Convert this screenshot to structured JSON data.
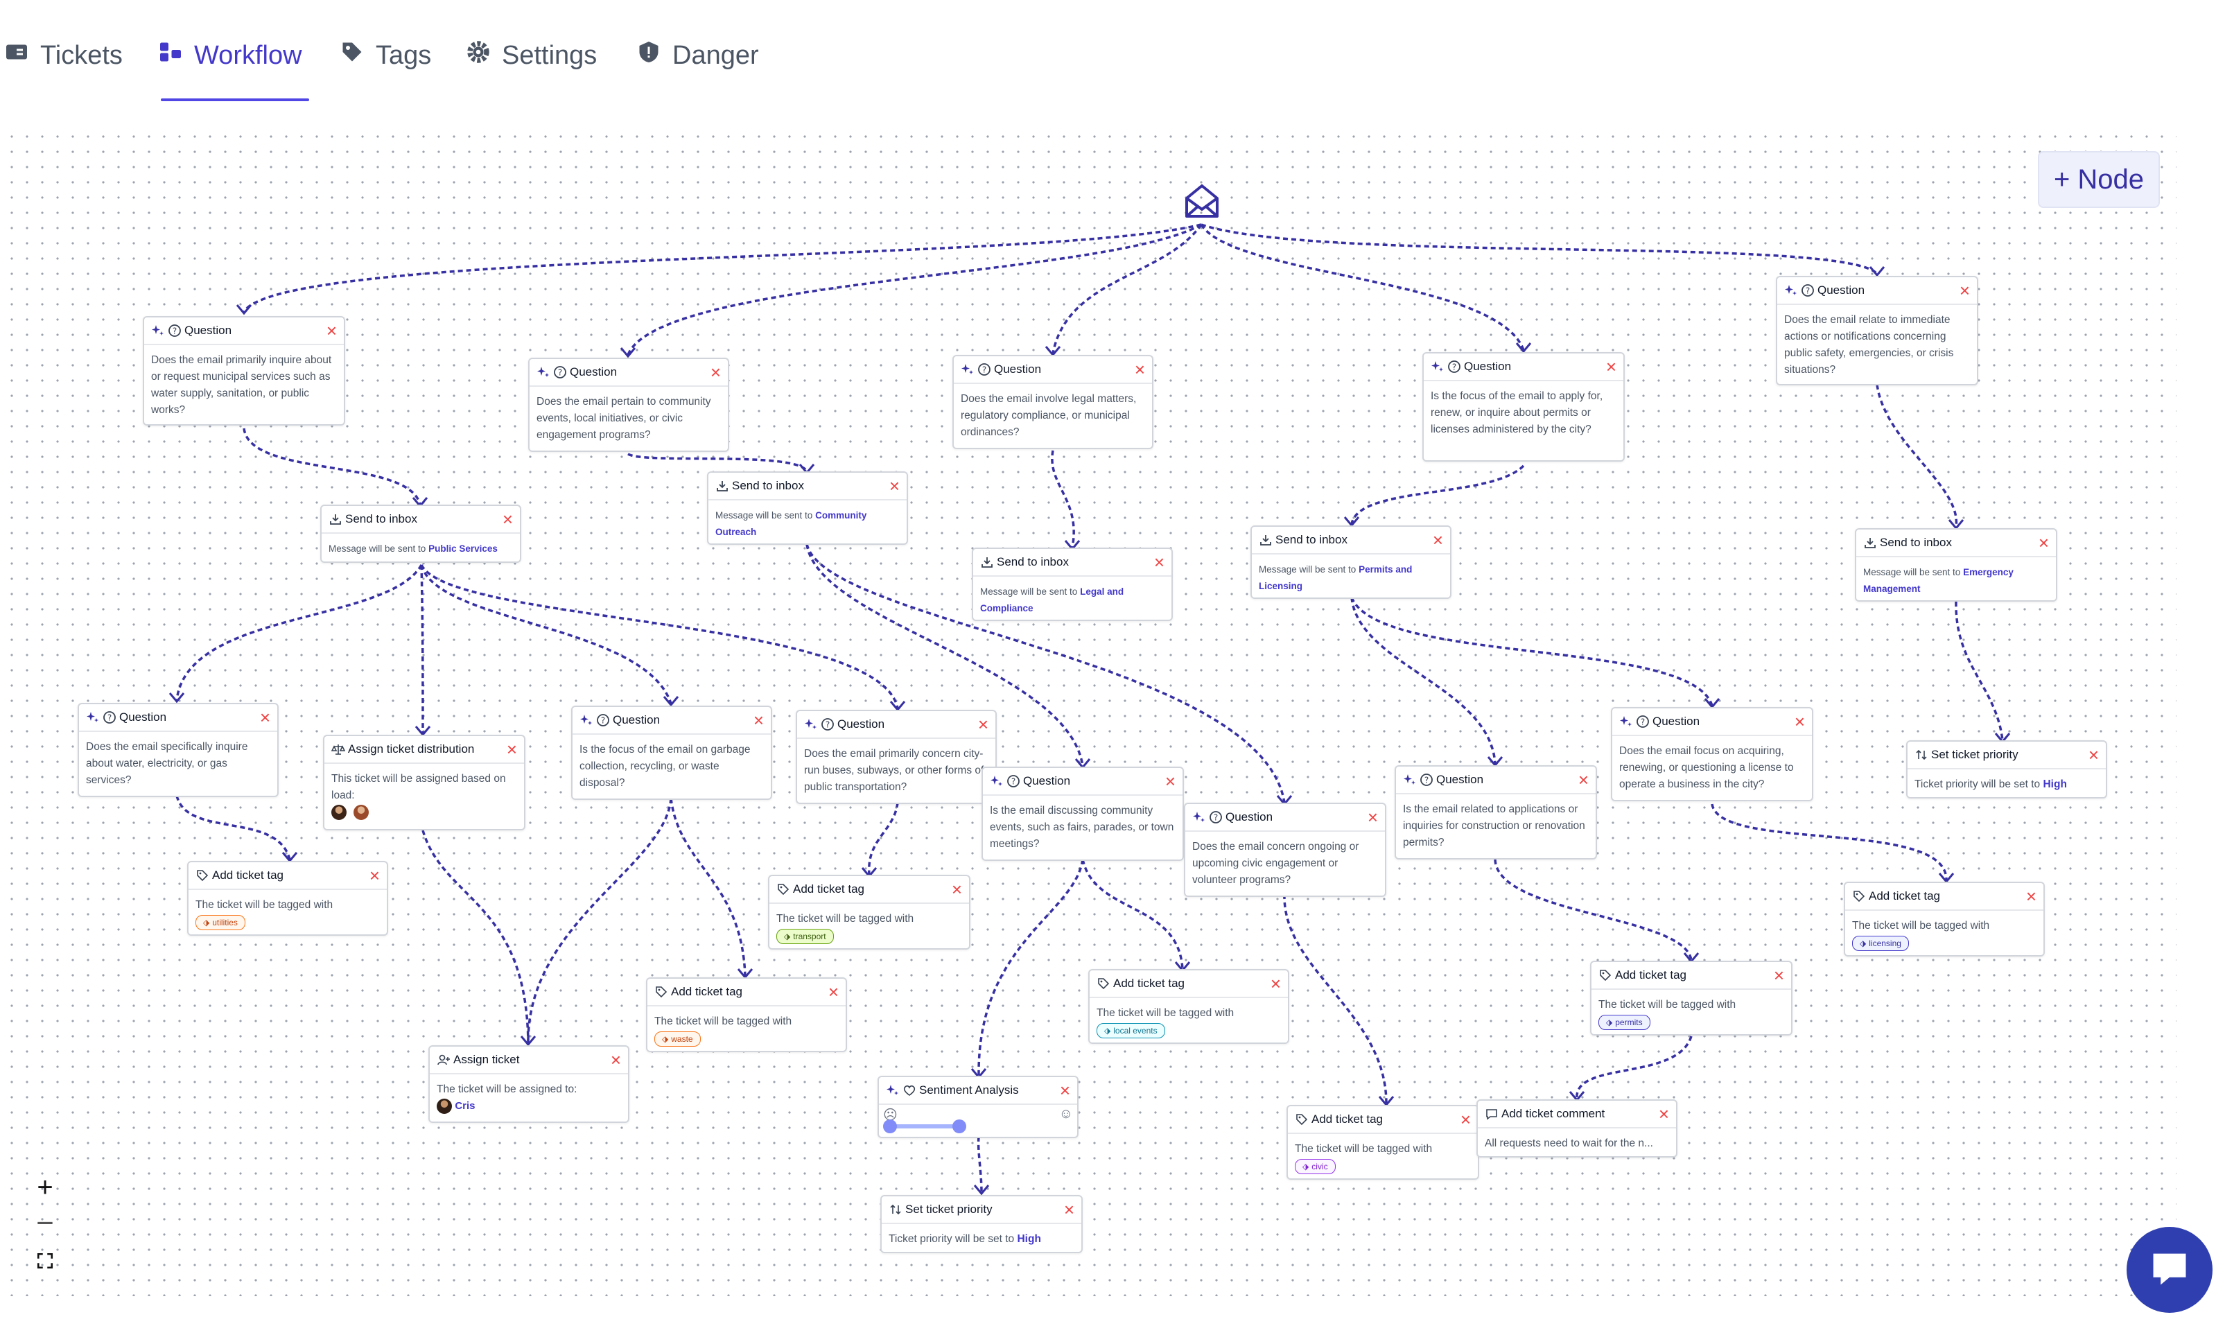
{
  "tabs": {
    "tickets": "Tickets",
    "workflow": "Workflow",
    "tags": "Tags",
    "settings": "Settings",
    "danger": "Danger"
  },
  "toolbar": {
    "add_node": "+ Node"
  },
  "labels": {
    "question": "Question",
    "send_to_inbox": "Send to inbox",
    "add_ticket_tag": "Add ticket tag",
    "assign_ticket_distribution": "Assign ticket distribution",
    "assign_ticket": "Assign ticket",
    "sentiment_analysis": "Sentiment Analysis",
    "set_ticket_priority": "Set ticket priority",
    "add_ticket_comment": "Add ticket comment",
    "inbox_prefix": "Message will be sent to",
    "tag_prefix": "The ticket will be tagged with",
    "priority_prefix": "Ticket priority will be set to",
    "assigned_prefix": "The ticket will be assigned to:",
    "distribution_text": "This ticket will be assigned based on load:"
  },
  "questions": {
    "q1": "Does the email primarily inquire about or request municipal services such as water supply, sanitation, or public works?",
    "q2": "Does the email pertain to community events, local initiatives, or civic engagement programs?",
    "q3": "Does the email involve legal matters, regulatory compliance, or municipal ordinances?",
    "q4": "Is the focus of the email to apply for, renew, or inquire about permits or licenses administered by the city?",
    "q5": "Does the email relate to immediate actions or notifications concerning public safety, emergencies, or crisis situations?",
    "q6": "Does the email specifically inquire about water, electricity, or gas services?",
    "q7": "Is the focus of the email on garbage collection, recycling, or waste disposal?",
    "q8": "Does the email primarily concern city-run buses, subways, or other forms of public transportation?",
    "q9": "Is the email discussing community events, such as fairs, parades, or town meetings?",
    "q10": "Does the email concern ongoing or upcoming civic engagement or volunteer programs?",
    "q11": "Is the email related to applications or inquiries for construction or renovation permits?",
    "q12": "Does the email focus on acquiring, renewing, or questioning a license to operate a business in the city?"
  },
  "inboxes": {
    "public_services": "Public Services",
    "community_outreach": "Community Outreach",
    "legal": "Legal and Compliance",
    "permits": "Permits and Licensing",
    "emergency": "Emergency Management"
  },
  "tags": {
    "utilities": "utilities",
    "transport": "transport",
    "waste": "waste",
    "local_events": "local events",
    "permits": "permits",
    "licensing": "licensing",
    "civic": "civic"
  },
  "tag_colors": {
    "utilities": "#f97316",
    "transport": "#65a30d",
    "waste": "#f97316",
    "local_events": "#0891b2",
    "permits": "#4338ca",
    "licensing": "#4338ca",
    "civic": "#9333ea"
  },
  "priority": {
    "high": "High"
  },
  "assignee": {
    "name": "Cris"
  },
  "comment": {
    "text": "All requests need to wait for the n..."
  },
  "colors": {
    "accent": "#4338ca",
    "close": "#ef4444",
    "edge": "#3730a3"
  }
}
